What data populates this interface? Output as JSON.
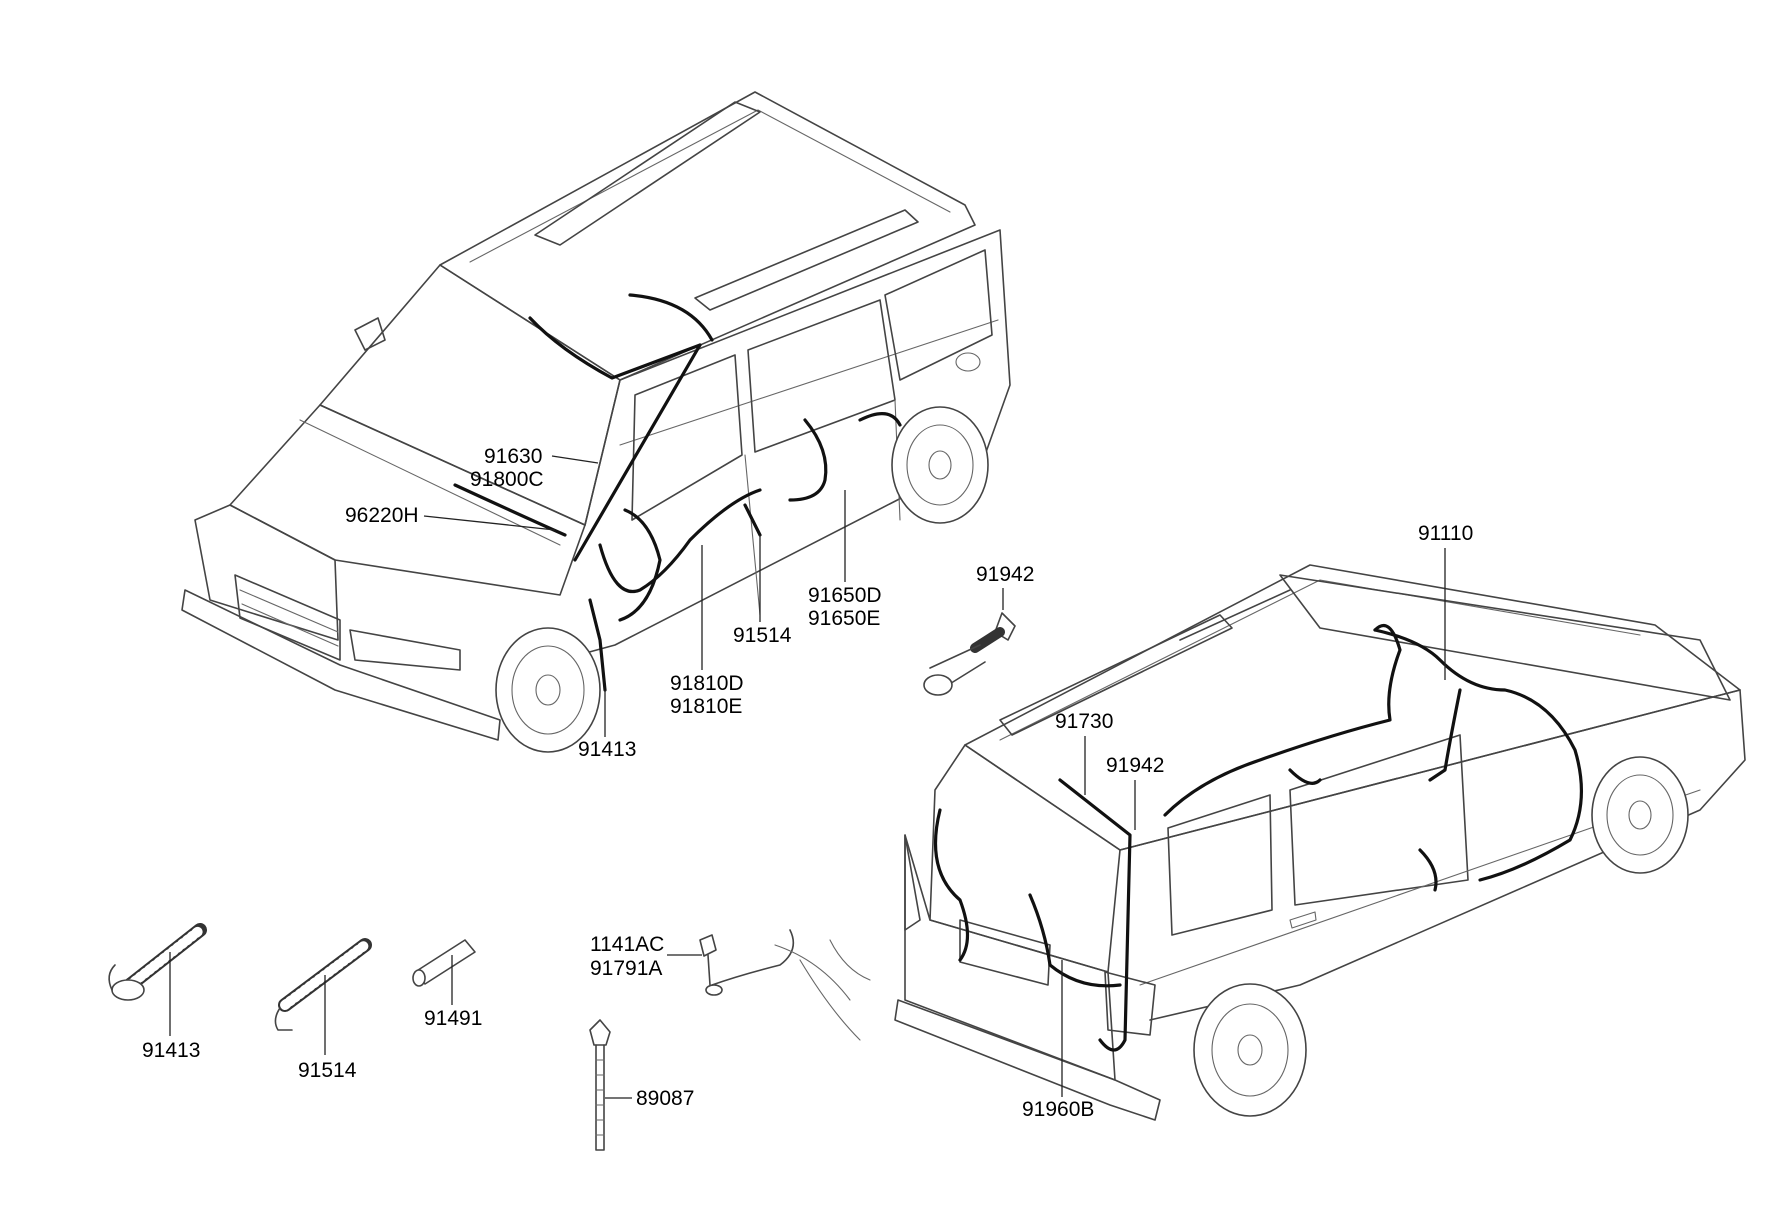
{
  "labels": {
    "l91630": "91630",
    "l91800C": "91800C",
    "l96220H": "96220H",
    "l91650D": "91650D",
    "l91650E": "91650E",
    "l91514a": "91514",
    "l91810D": "91810D",
    "l91810E": "91810E",
    "l91413a": "91413",
    "l91942a": "91942",
    "l91110": "91110",
    "l91730": "91730",
    "l91942b": "91942",
    "l91960B": "91960B",
    "l1141AC": "1141AC",
    "l91791A": "91791A",
    "l89087": "89087",
    "l91413b": "91413",
    "l91514b": "91514",
    "l91491": "91491"
  },
  "colors": {
    "line": "#444444",
    "wire": "#111111",
    "text": "#000000",
    "background": "#ffffff"
  }
}
